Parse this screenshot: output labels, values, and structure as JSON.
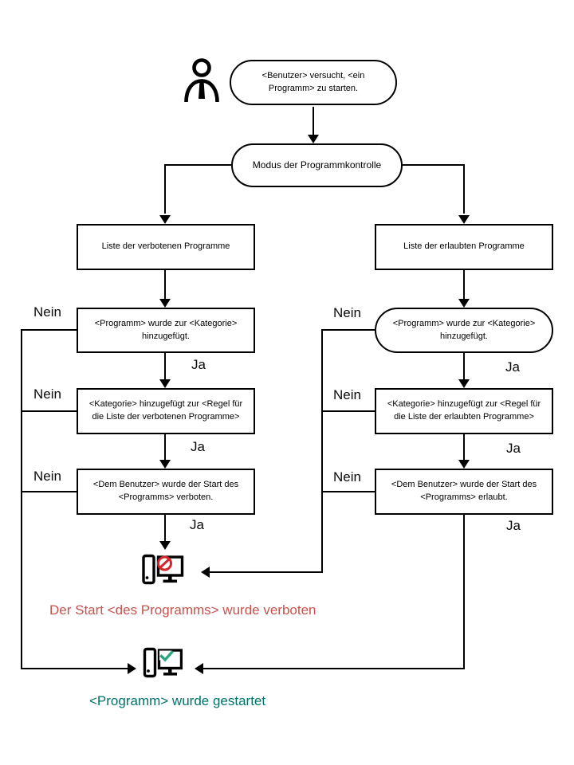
{
  "flow": {
    "start_label": "<Benutzer> versucht, <ein\nProgramm>  zu starten.",
    "mode_label": "Modus der Programmkontrolle",
    "yes_label": "Ja",
    "no_label": "Nein",
    "left_branch": {
      "title": "Liste der verbotenen Programme",
      "steps": [
        "<Programm>  wurde zur <Kategorie>\nhinzugefügt.",
        "<Kategorie> hinzugefügt zur <Regel  für\ndie Liste der verbotenen Programme>",
        "<Dem  Benutzer> wurde der Start des\n<Programms>  verboten."
      ],
      "outcome_text": "Der Start <des Programms> wurde verboten"
    },
    "right_branch": {
      "title": "Liste der erlaubten Programme",
      "steps": [
        "<Programm>  wurde zur <Kategorie>\nhinzugefügt.",
        "<Kategorie> hinzugefügt zur <Regel  für\ndie Liste der erlaubten Programme>",
        "<Dem  Benutzer> wurde der Start des\n<Programms>  erlaubt."
      ],
      "outcome_text": "<Programm> wurde gestartet"
    },
    "icons": {
      "actor": "user-icon",
      "blocked": "computer-blocked-icon",
      "started": "computer-started-icon"
    },
    "colors": {
      "line": "#000000",
      "blocked_sign": "#d2262c",
      "blocked_text": "#c5524e",
      "started_check": "#29a583",
      "started_text": "#00736c"
    }
  }
}
